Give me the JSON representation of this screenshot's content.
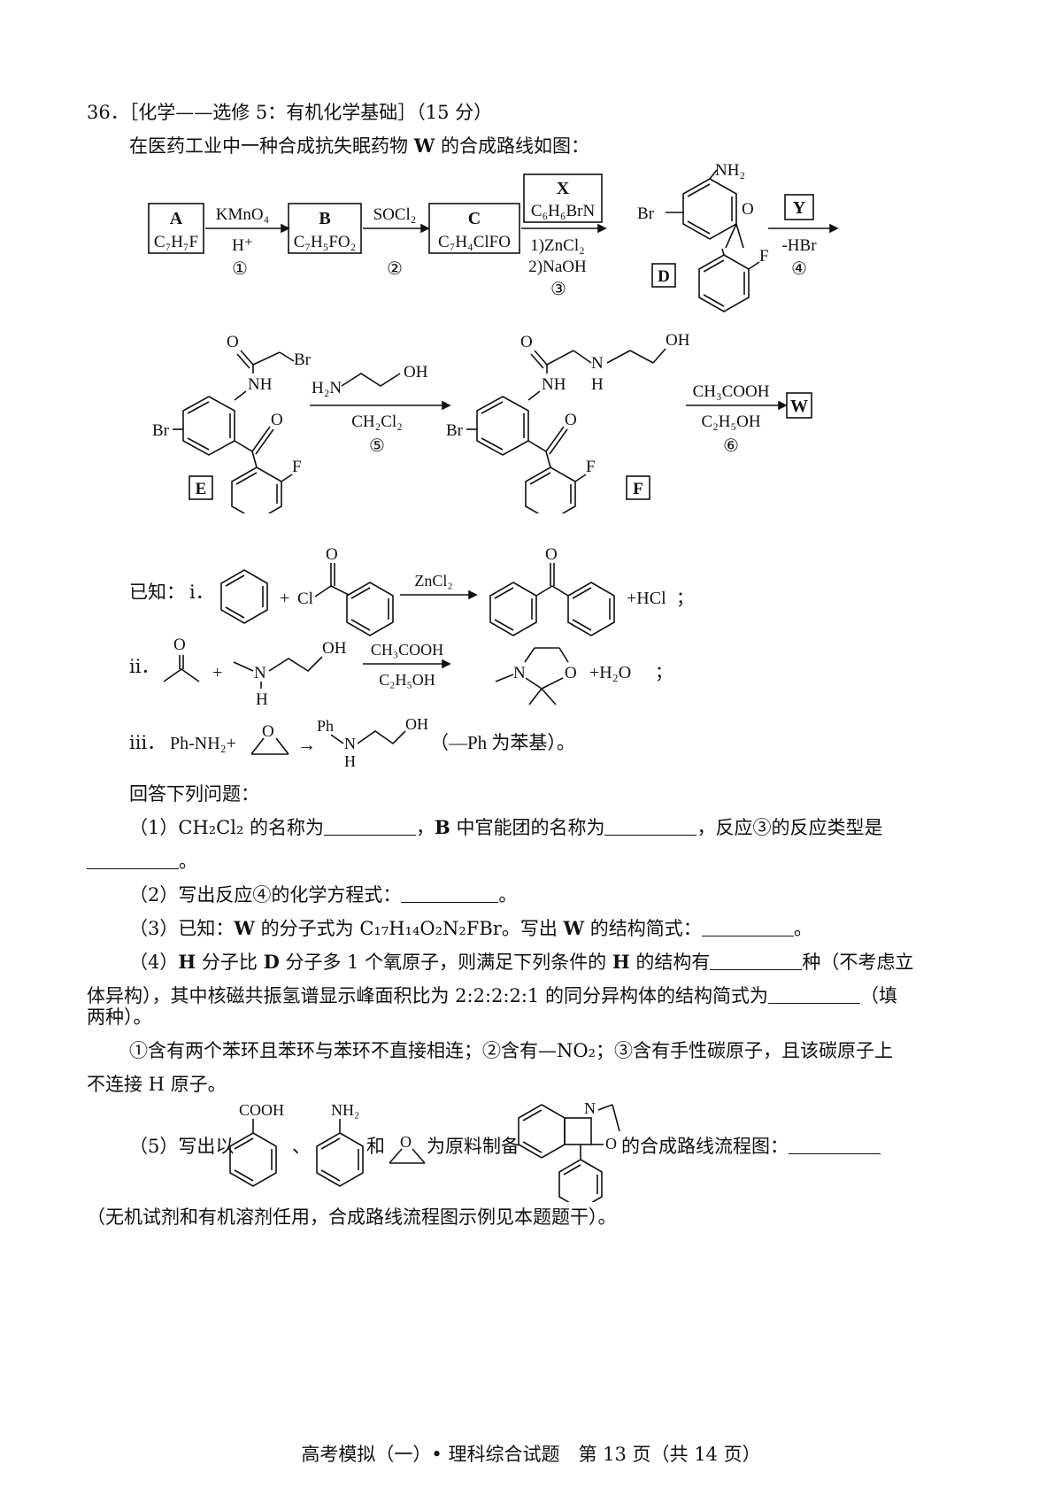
{
  "question": {
    "number": "36．",
    "heading": "［化学——选修 5：有机化学基础］（15 分）",
    "intro_pre": "在医药工业中一种合成抗失眠药物 ",
    "intro_w": "W",
    "intro_post": " 的合成路线如图："
  },
  "scheme": {
    "A": {
      "label": "A",
      "formula": "C₇H₇F"
    },
    "B": {
      "label": "B",
      "formula": "C₇H₅FO₂"
    },
    "C": {
      "label": "C",
      "formula": "C₇H₄ClFO"
    },
    "X": {
      "label": "X",
      "formula": "C₆H₆BrN"
    },
    "D": {
      "label": "D"
    },
    "E": {
      "label": "E"
    },
    "F": {
      "label": "F"
    },
    "Y": {
      "label": "Y"
    },
    "W": {
      "label": "W"
    },
    "step1": {
      "reagent": "KMnO₄",
      "condition": "H⁺",
      "num": "①"
    },
    "step2": {
      "reagent": "SOCl₂",
      "num": "②"
    },
    "step3": {
      "cond1": "1)ZnCl₂",
      "cond2": "2)NaOH",
      "num": "③"
    },
    "step4": {
      "reagent": "-HBr",
      "num": "④"
    },
    "step5": {
      "reagent": "CH₂Cl₂",
      "num": "⑤"
    },
    "step6": {
      "reagent1": "CH₃COOH",
      "reagent2": "C₂H₅OH",
      "num": "⑥"
    },
    "atoms": {
      "Br": "Br",
      "NH2": "NH₂",
      "O": "O",
      "F": "F",
      "NH": "NH",
      "N": "N",
      "H": "H",
      "OH": "OH",
      "H2N": "H₂N",
      "Cl": "Cl",
      "Ph": "Ph"
    }
  },
  "known": {
    "label": "已知：",
    "i_label": "ⅰ．",
    "i_plus": "+",
    "i_reagent": "ZnCl₂",
    "i_product_extra": "+HCl",
    "i_end": "；",
    "ii_label": "ⅱ．",
    "ii_plus": "+",
    "ii_reagent1": "CH₃COOH",
    "ii_reagent2": "C₂H₅OH",
    "ii_product_extra": "+H₂O",
    "ii_end": "；",
    "iii_label": "ⅲ．",
    "iii_reactant": "Ph-NH₂+",
    "iii_arrow": "→",
    "iii_note": "（—Ph 为苯基）。"
  },
  "answers_intro": "回答下列问题：",
  "q1": {
    "a": "（1）CH₂Cl₂ 的名称为",
    "b_pre": "，",
    "b_bold": "B",
    "b_post": " 中官能团的名称为",
    "c": "，反应③的反应类型是",
    "end": "。"
  },
  "q2": {
    "text": "（2）写出反应④的化学方程式：",
    "end": "。"
  },
  "q3": {
    "a": "（3）已知：",
    "w": "W",
    "b": " 的分子式为 C₁₇H₁₄O₂N₂FBr。写出 ",
    "w2": "W",
    "c": " 的结构简式：",
    "end": "。"
  },
  "q4": {
    "a": "（4）",
    "h": "H",
    "b": " 分子比 ",
    "d": "D",
    "c": " 分子多 1 个氧原子，则满足下列条件的 ",
    "h2": "H",
    "e": " 的结构有",
    "f": "种（不考虑立",
    "line2a": "体异构），其中核磁共振氢谱显示峰面积比为 2:2:2:2:1 的同分异构体的结构简式为",
    "line2b": "（填",
    "line3": "两种）。",
    "cond_line1": "①含有两个苯环且苯环与苯环不直接相连；②含有—NO₂；③含有手性碳原子，且该碳原子上",
    "cond_line2": "不连接 H 原子。"
  },
  "q5": {
    "a": "（5）写出以",
    "sep": "、",
    "and": "和",
    "b": "为原料制备",
    "c": "的合成路线流程图：",
    "cooh": "COOH",
    "nh2": "NH₂",
    "line2": "（无机试剂和有机溶剂任用，合成路线流程图示例见本题题干）。"
  },
  "footer": "高考模拟（一）• 理科综合试题　第 13 页（共 14 页）"
}
